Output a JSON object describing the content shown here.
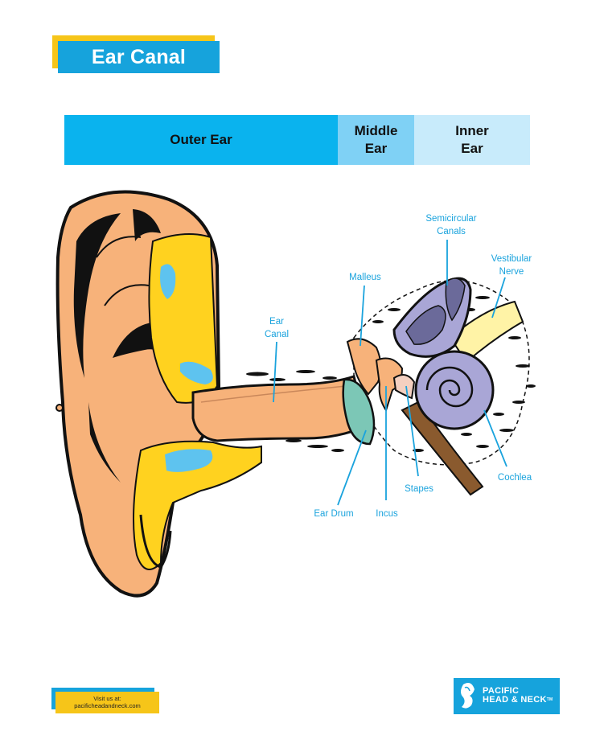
{
  "title": "Ear Canal",
  "sections": {
    "outer": "Outer Ear",
    "middle": [
      "Middle",
      "Ear"
    ],
    "inner": [
      "Inner",
      "Ear"
    ]
  },
  "labels": {
    "semicircular": [
      "Semicircular",
      "Canals"
    ],
    "vestibular": [
      "Vestibular",
      "Nerve"
    ],
    "malleus": "Malleus",
    "ear_canal": [
      "Ear",
      "Canal"
    ],
    "cochlea": "Cochlea",
    "stapes": "Stapes",
    "incus": "Incus",
    "ear_drum": "Ear Drum"
  },
  "footer": {
    "visit_line1": "Visit us at:",
    "visit_line2": "pacificheadandneck.com",
    "logo_line1": "PACIFIC",
    "logo_line2": "HEAD & NECK",
    "logo_tm": "TM"
  },
  "colors": {
    "accent_blue": "#16a3dc",
    "accent_yellow": "#f6c519",
    "skin": "#f7b27a",
    "canal_yellow": "#ffd21f",
    "inner_ear_purple": "#a9a6d6",
    "label_blue": "#1aa3dd"
  }
}
